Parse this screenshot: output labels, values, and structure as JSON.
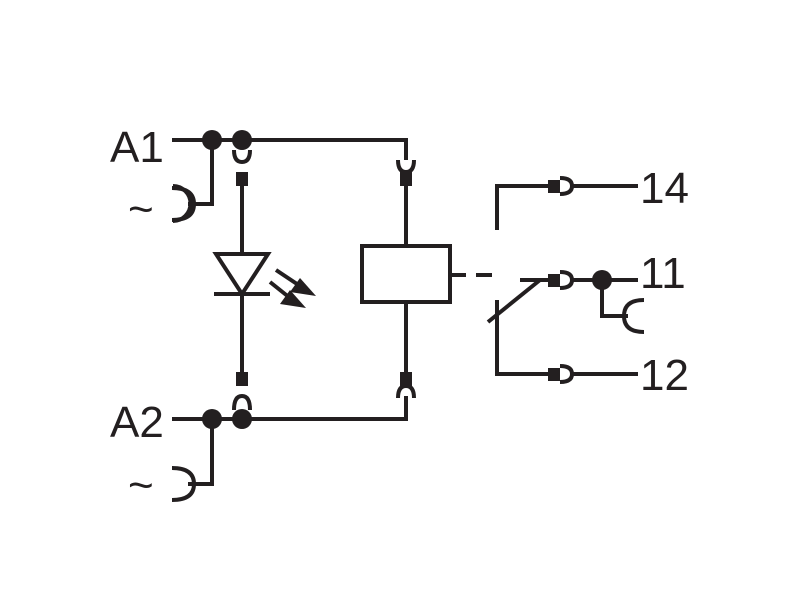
{
  "diagram": {
    "title": "",
    "colors": {
      "line": "#231f20",
      "background": "#ffffff"
    },
    "terminals": {
      "a1": "A1",
      "a2": "A2",
      "t14": "14",
      "t11": "11",
      "t12": "12"
    },
    "tilde_top": "~",
    "tilde_bottom": "~",
    "components": [
      "led-indicator-symbol",
      "relay-coil-symbol",
      "changeover-contact-symbol"
    ]
  }
}
